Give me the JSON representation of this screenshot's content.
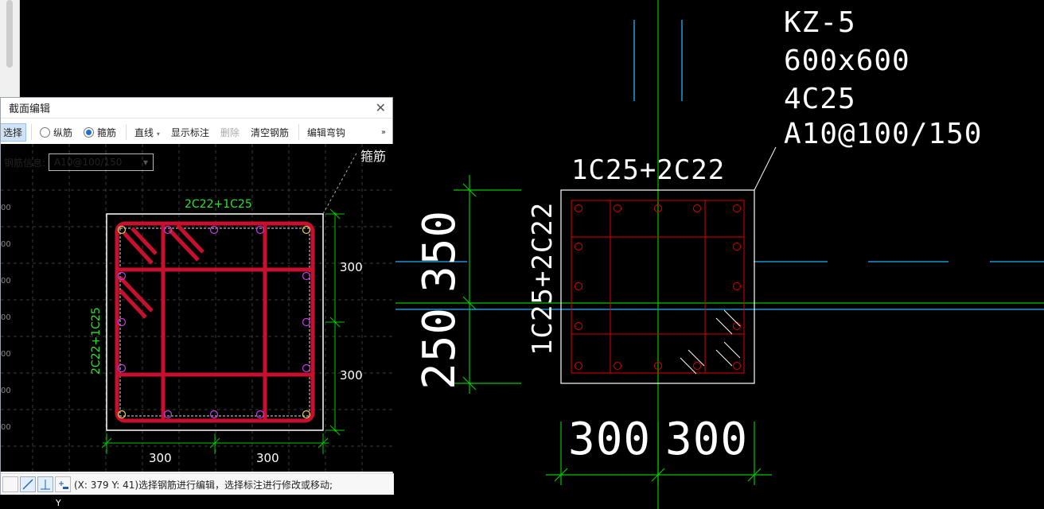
{
  "dialog": {
    "title": "截面编辑",
    "toolbar": {
      "select": "选择",
      "radio_long": "纵筋",
      "radio_stirrup": "箍筋",
      "line": "直线",
      "show_marks": "显示标注",
      "delete": "删除",
      "clear": "清空钢筋",
      "edit_hook": "编辑弯钩",
      "more": "»"
    },
    "rebar_info_label": "钢筋信息:",
    "rebar_info_value": "A10@100/150",
    "drawing": {
      "stirrup_label": "箍筋",
      "top_label": "2C22+1C25",
      "left_label": "2C22+1C25",
      "dim_right_top": "300",
      "dim_right_bottom": "300",
      "dim_bottom_left": "300",
      "dim_bottom_right": "300",
      "axis_labels": [
        "00",
        "00",
        "00",
        "00",
        "00",
        "00",
        "00"
      ],
      "y_axis": "Y"
    },
    "status_text": "(X: 379 Y: 41)选择钢筋进行编辑，选择标注进行修改或移动;"
  },
  "cad": {
    "col_name": "KZ-5",
    "col_size": "600x600",
    "col_corner": "4C25",
    "col_stirrup": "A10@100/150",
    "top_side": "1C25+2C22",
    "left_side": "1C25+2C22",
    "dim_350": "350",
    "dim_250": "250",
    "dim_b1": "300",
    "dim_b2": "300"
  },
  "colors": {
    "cyan": "#00c8ff",
    "green": "#00c800",
    "red": "#e00000",
    "white": "#ffffff"
  }
}
